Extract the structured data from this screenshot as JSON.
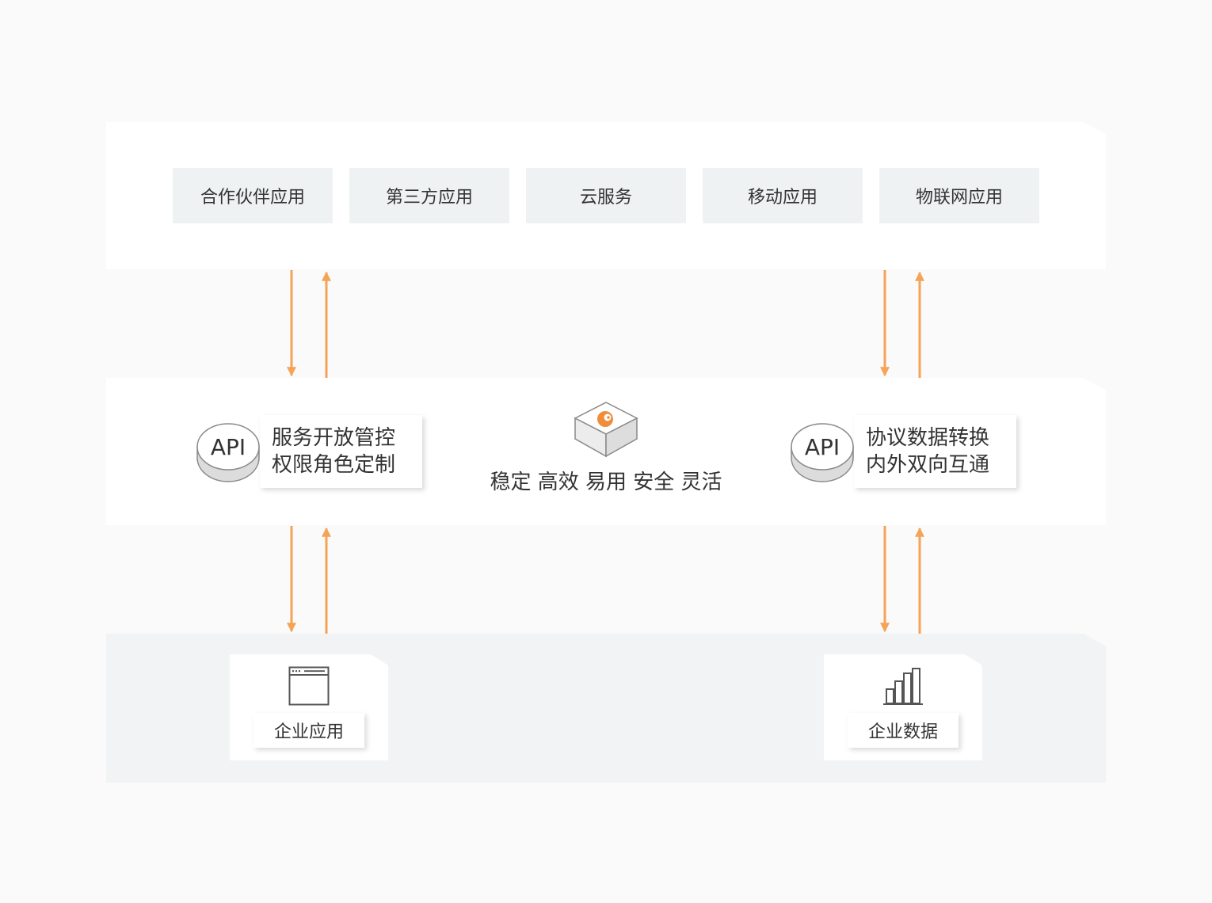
{
  "top_layer": {
    "apps": [
      "合作伙伴应用",
      "第三方应用",
      "云服务",
      "移动应用",
      "物联网应用"
    ]
  },
  "middle_layer": {
    "left": {
      "badge": "API",
      "line1": "服务开放管控",
      "line2": "权限角色定制"
    },
    "center": {
      "tagline": "稳定 高效 易用 安全 灵活",
      "icon": "gateway-logo-icon"
    },
    "right": {
      "badge": "API",
      "line1": "协议数据转换",
      "line2": "内外双向互通"
    }
  },
  "bottom_layer": {
    "left": {
      "label": "企业应用",
      "icon": "browser-window-icon"
    },
    "right": {
      "label": "企业数据",
      "icon": "bar-chart-icon"
    }
  },
  "colors": {
    "arrow": "#f5a356",
    "accent": "#f08c3a",
    "tile_bg": "#eff2f3",
    "bottom_panel_bg": "#f1f3f4"
  }
}
